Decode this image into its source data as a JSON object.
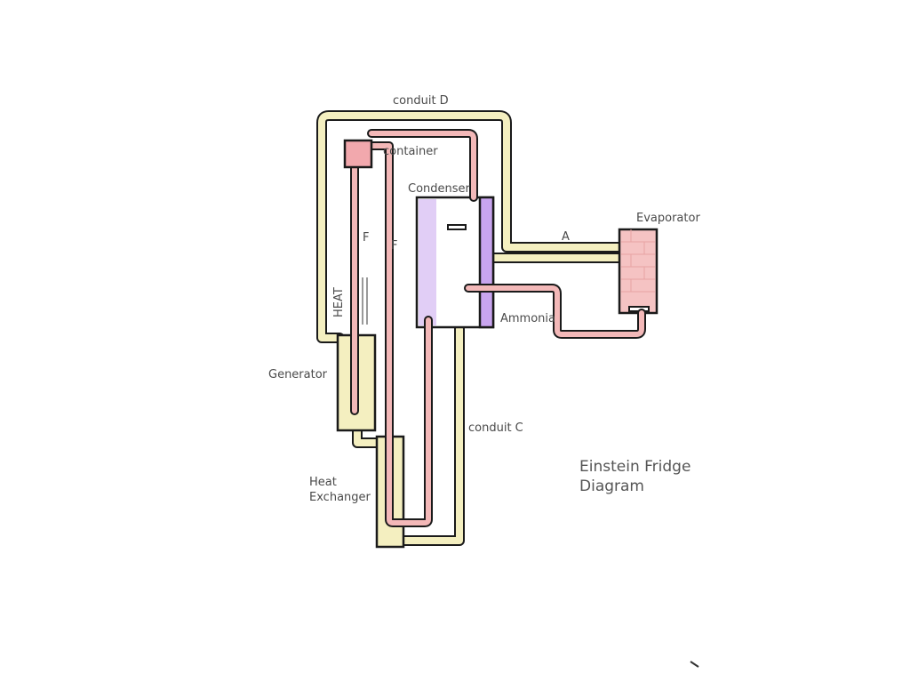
{
  "diagram": {
    "title_line1": "Einstein Fridge",
    "title_line2": "Diagram",
    "labels": {
      "conduit_d": "conduit D",
      "container": "container",
      "condenser": "Condenser",
      "evaporator": "Evaporator",
      "a": "A",
      "f_left": "F",
      "f_right": "F",
      "heat": "HEAT",
      "ammonia": "Ammonia",
      "generator": "Generator",
      "conduit_c": "conduit C",
      "heat_exchanger_line1": "Heat",
      "heat_exchanger_line2": "Exchanger"
    }
  },
  "colors": {
    "pipe_yellow": "#f4efc0",
    "pipe_pink": "#f3b8b8",
    "condenser_fill": "#c9a5ef",
    "container_fill": "#f2a8ad",
    "evaporator_fill": "#f5c3c3",
    "outline": "#1a1a1a"
  }
}
